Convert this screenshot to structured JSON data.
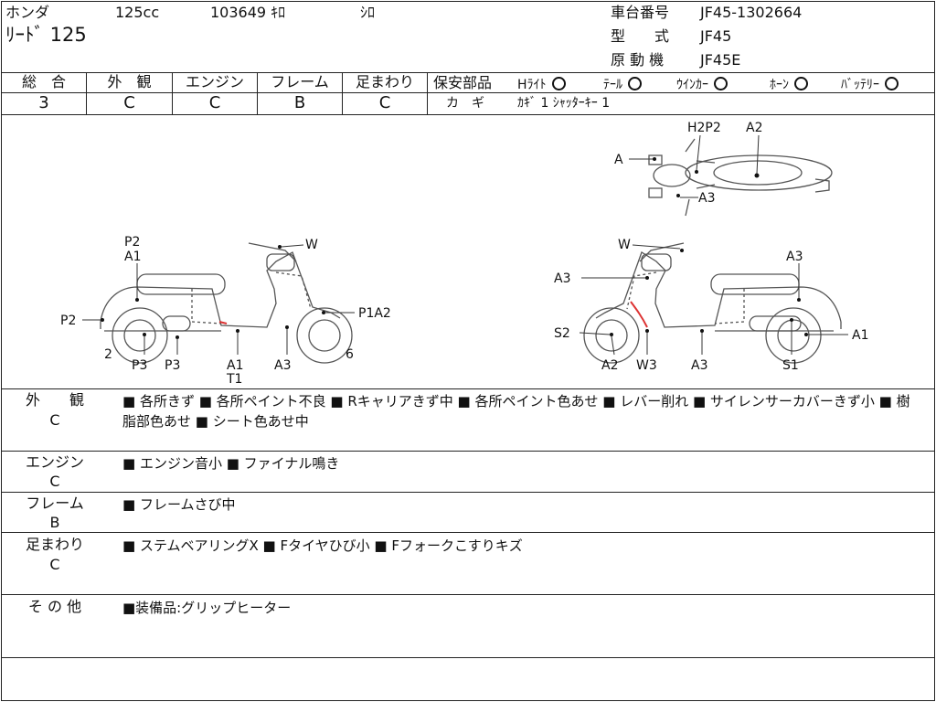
{
  "header": {
    "maker": "ホンダ",
    "displacement": "125cc",
    "mileage": "103649 ｷﾛ",
    "color": "ｼﾛ",
    "model_name": "ﾘｰﾄﾞ 125",
    "chassis_label": "車台番号",
    "chassis_value": "JF45-1302664",
    "type_label": "型　　式",
    "type_value": "JF45",
    "engine_label": "原 動 機",
    "engine_value": "JF45E"
  },
  "grades": [
    {
      "label": "総　合",
      "value": "3"
    },
    {
      "label": "外　観",
      "value": "C"
    },
    {
      "label": "エンジン",
      "value": "C"
    },
    {
      "label": "フレーム",
      "value": "B"
    },
    {
      "label": "足まわり",
      "value": "C"
    }
  ],
  "safety": {
    "title": "保安部品",
    "items": [
      {
        "label": "Hﾗｲﾄ",
        "status": "O"
      },
      {
        "label": "ﾃｰﾙ",
        "status": "O"
      },
      {
        "label": "ｳｲﾝｶｰ",
        "status": "O"
      },
      {
        "label": "ﾎｰﾝ",
        "status": "O"
      },
      {
        "label": "ﾊﾞｯﾃﾘｰ",
        "status": "O"
      }
    ],
    "key_label": "カ　ギ",
    "key_value": "ｶｷﾞ 1 ｼｬｯﾀｰｷｰ 1"
  },
  "diagram_labels": {
    "top": {
      "h2p2": "H2P2",
      "a2": "A2",
      "a": "A",
      "a3": "A3"
    },
    "left": {
      "p2_top": "P2",
      "a1_top": "A1",
      "w": "W",
      "p2_side": "P2",
      "p1a2": "P1A2",
      "num2": "2",
      "p3a": "P3",
      "p3b": "P3",
      "a1": "A1",
      "t1": "T1",
      "a3": "A3",
      "num6": "6"
    },
    "right": {
      "w": "W",
      "a3_top": "A3",
      "a3_left": "A3",
      "s2": "S2",
      "a1": "A1",
      "a2": "A2",
      "w3": "W3",
      "a3_bottom": "A3",
      "s1": "S1"
    }
  },
  "notes": [
    {
      "label": "外　　観",
      "grade": "C",
      "text": "■ 各所きず ■ 各所ペイント不良 ■ Rキャリアきず中 ■ 各所ペイント色あせ ■ レバー削れ ■ サイレンサーカバーきず小 ■ 樹脂部色あせ ■ シート色あせ中"
    },
    {
      "label": "エンジン",
      "grade": "C",
      "text": "■ エンジン音小 ■ ファイナル鳴き"
    },
    {
      "label": "フレーム",
      "grade": "B",
      "text": "■ フレームさび中"
    },
    {
      "label": "足まわり",
      "grade": "C",
      "text": "■ ステムベアリングX ■ Fタイヤひび小 ■ Fフォークこすりキズ"
    },
    {
      "label": "そ の 他",
      "grade": "",
      "text": "■装備品:グリップヒーター"
    }
  ]
}
